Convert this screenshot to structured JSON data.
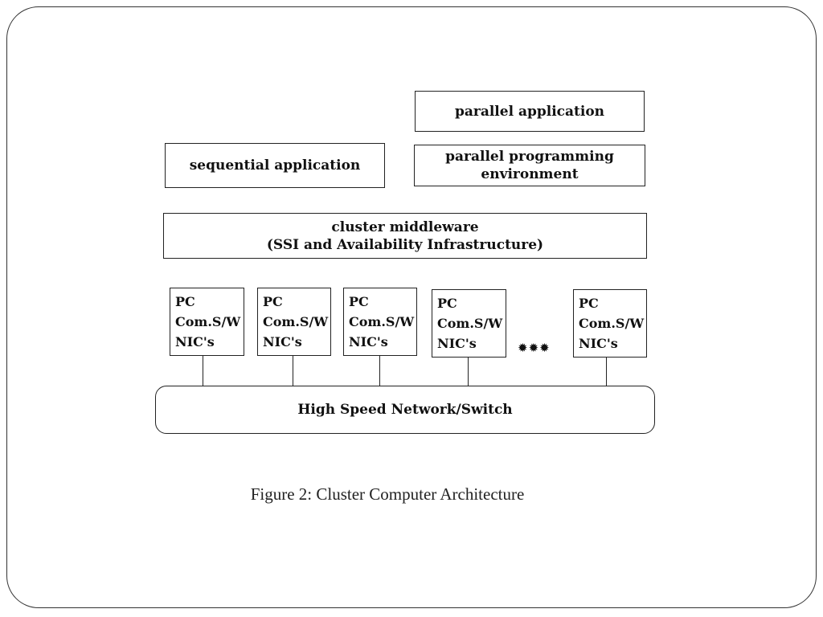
{
  "diagram": {
    "parallel_application": "parallel application",
    "sequential_application": "sequential application",
    "parallel_programming_environment": [
      "parallel programming",
      "environment"
    ],
    "cluster_middleware": [
      "cluster middleware",
      "(SSI and Availability Infrastructure)"
    ],
    "nodes": [
      {
        "line1": "PC",
        "line2": "Com.S/W",
        "line3": "NIC's"
      },
      {
        "line1": "PC",
        "line2": "Com.S/W",
        "line3": "NIC's"
      },
      {
        "line1": "PC",
        "line2": "Com.S/W",
        "line3": "NIC's"
      },
      {
        "line1": "PC",
        "line2": "Com.S/W",
        "line3": "NIC's"
      },
      {
        "line1": "PC",
        "line2": "Com.S/W",
        "line3": "NIC's"
      }
    ],
    "ellipsis": "✹✹✹",
    "network": "High Speed Network/Switch"
  },
  "caption": "Figure 2: Cluster Computer Architecture"
}
